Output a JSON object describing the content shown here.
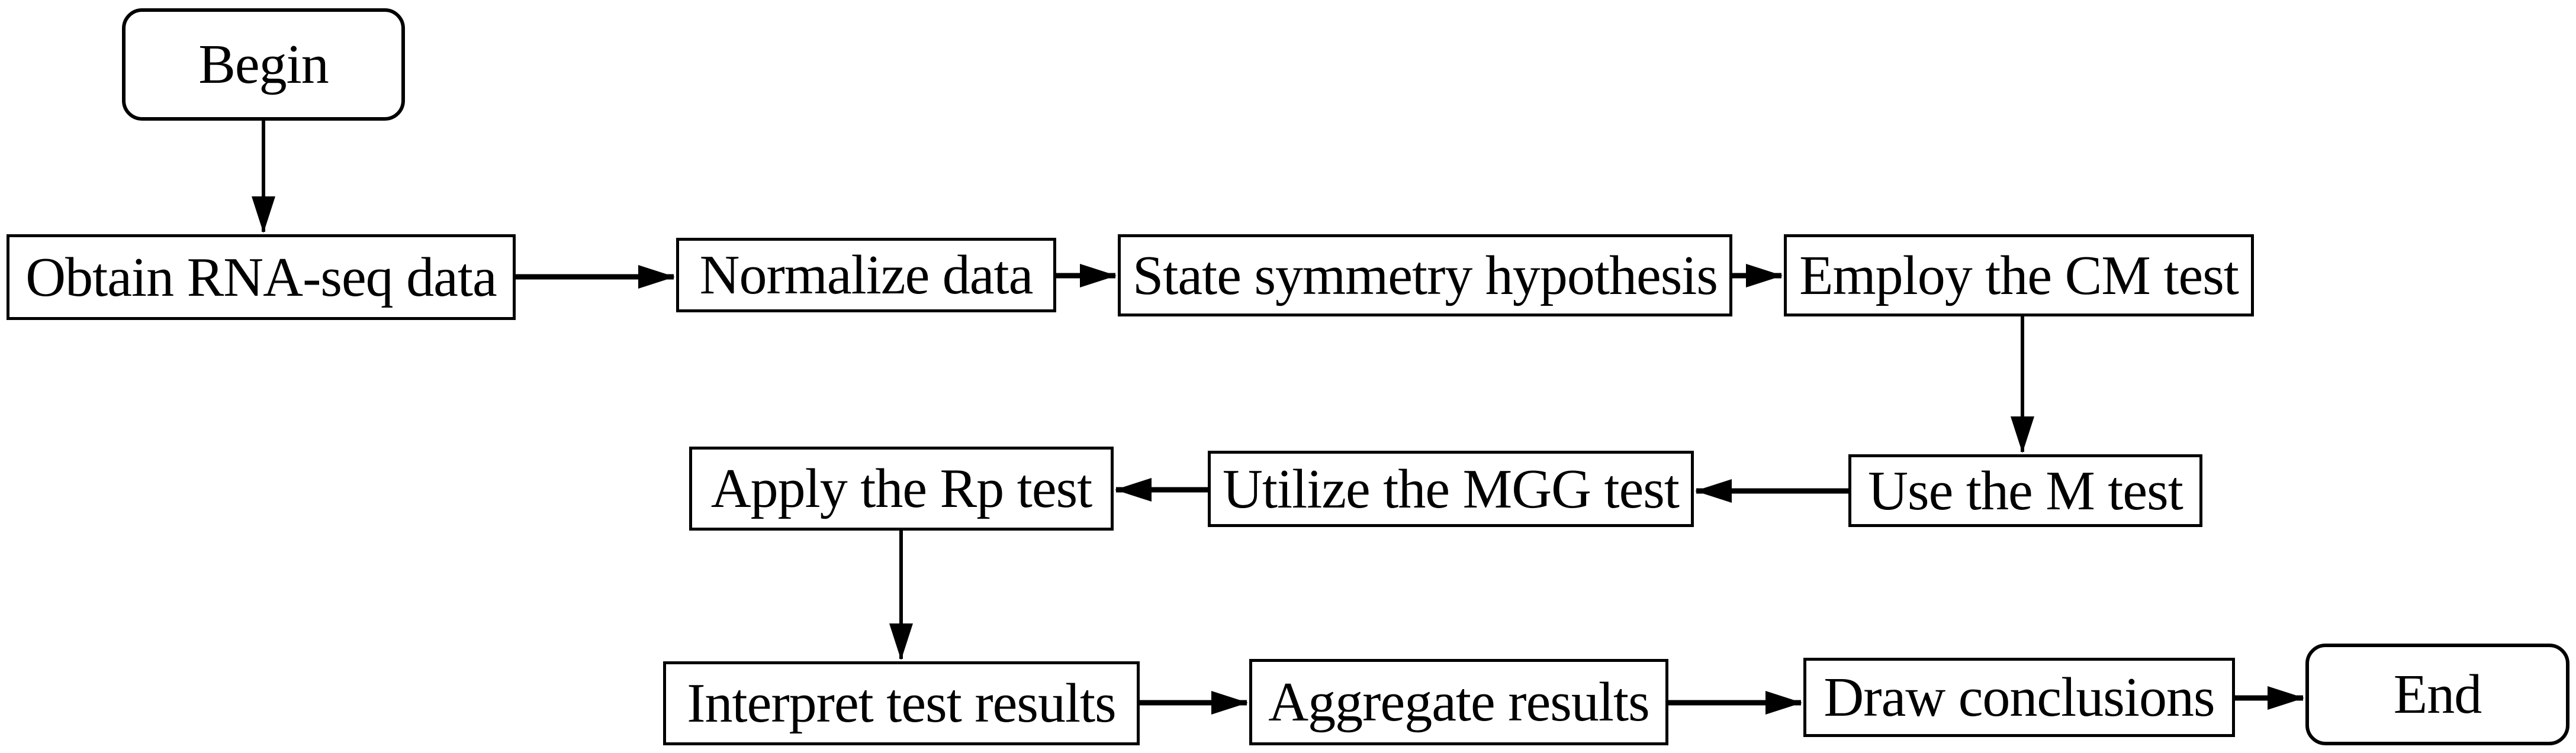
{
  "diagram": {
    "type": "flowchart",
    "background_color": "#ffffff",
    "stroke_color": "#000000",
    "text_color": "#000000",
    "nodes": [
      {
        "id": "begin",
        "label": "Begin",
        "shape": "terminal"
      },
      {
        "id": "obtain",
        "label": "Obtain RNA-seq data",
        "shape": "process"
      },
      {
        "id": "normalize",
        "label": "Normalize data",
        "shape": "process"
      },
      {
        "id": "state",
        "label": "State symmetry hypothesis",
        "shape": "process"
      },
      {
        "id": "employ",
        "label": "Employ the CM test",
        "shape": "process"
      },
      {
        "id": "usem",
        "label": "Use the M test",
        "shape": "process"
      },
      {
        "id": "mgg",
        "label": "Utilize the MGG test",
        "shape": "process"
      },
      {
        "id": "rp",
        "label": "Apply the Rp test",
        "shape": "process"
      },
      {
        "id": "interpret",
        "label": "Interpret test results",
        "shape": "process"
      },
      {
        "id": "aggregate",
        "label": "Aggregate results",
        "shape": "process"
      },
      {
        "id": "draw",
        "label": "Draw conclusions",
        "shape": "process"
      },
      {
        "id": "end",
        "label": "End",
        "shape": "terminal"
      }
    ],
    "edges": [
      {
        "from": "begin",
        "to": "obtain",
        "direction": "down"
      },
      {
        "from": "obtain",
        "to": "normalize",
        "direction": "right"
      },
      {
        "from": "normalize",
        "to": "state",
        "direction": "right"
      },
      {
        "from": "state",
        "to": "employ",
        "direction": "right"
      },
      {
        "from": "employ",
        "to": "usem",
        "direction": "down"
      },
      {
        "from": "usem",
        "to": "mgg",
        "direction": "left"
      },
      {
        "from": "mgg",
        "to": "rp",
        "direction": "left"
      },
      {
        "from": "rp",
        "to": "interpret",
        "direction": "down"
      },
      {
        "from": "interpret",
        "to": "aggregate",
        "direction": "right"
      },
      {
        "from": "aggregate",
        "to": "draw",
        "direction": "right"
      },
      {
        "from": "draw",
        "to": "end",
        "direction": "right"
      }
    ]
  }
}
